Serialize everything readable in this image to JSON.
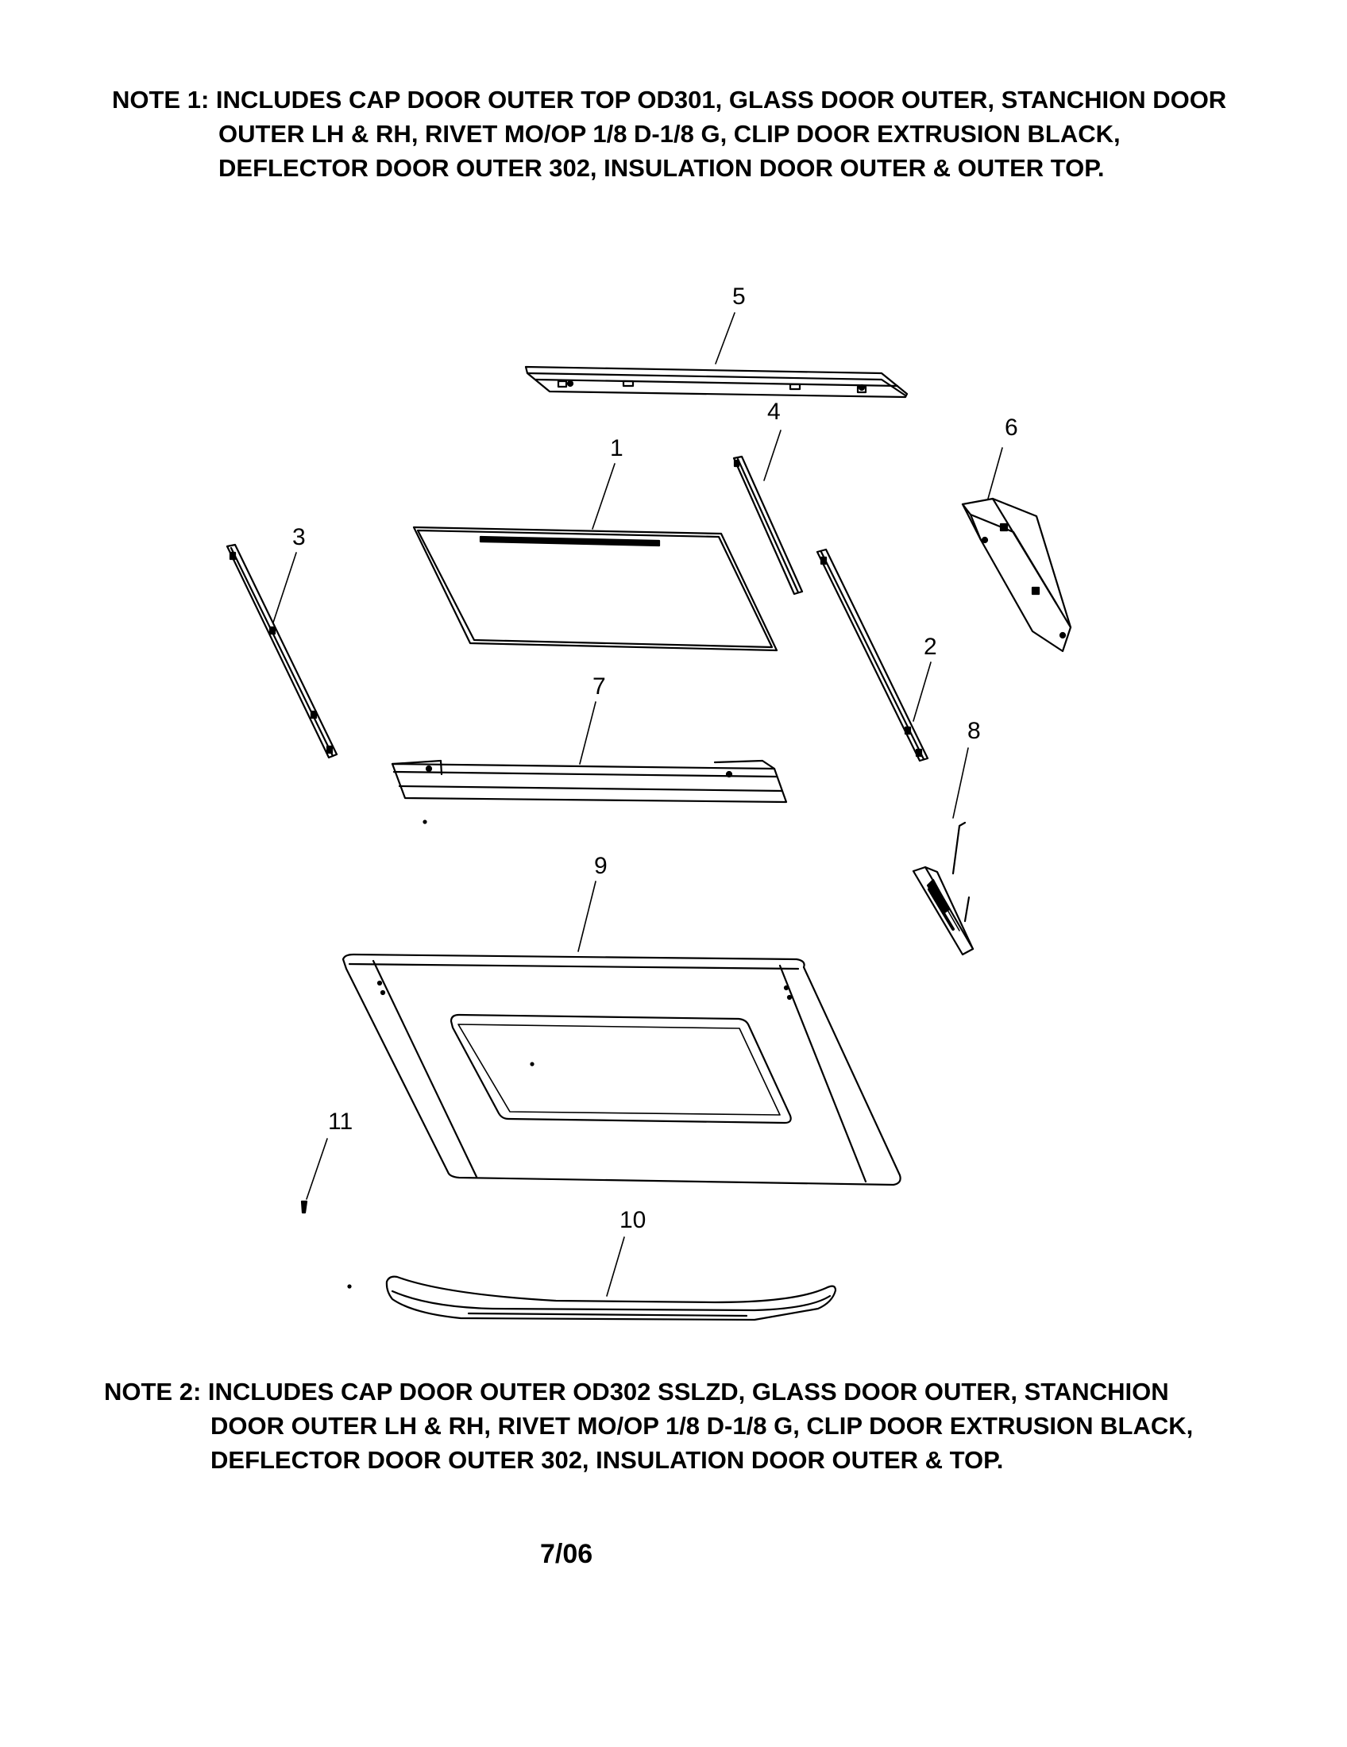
{
  "note1": {
    "lines": [
      "NOTE 1: INCLUDES CAP DOOR OUTER TOP OD301, GLASS DOOR OUTER, STANCHION DOOR",
      "OUTER LH & RH, RIVET MO/OP 1/8 D-1/8 G, CLIP DOOR EXTRUSION BLACK,",
      "DEFLECTOR DOOR OUTER 302, INSULATION DOOR OUTER & OUTER TOP."
    ]
  },
  "note2": {
    "lines": [
      "NOTE 2: INCLUDES CAP DOOR OUTER OD302 SSLZD, GLASS DOOR OUTER, STANCHION",
      "DOOR OUTER LH & RH, RIVET MO/OP 1/8 D-1/8 G, CLIP DOOR EXTRUSION BLACK,",
      "DEFLECTOR DOOR OUTER 302, INSULATION DOOR OUTER & TOP."
    ]
  },
  "callouts": {
    "c1": "1",
    "c2": "2",
    "c3": "3",
    "c4": "4",
    "c5": "5",
    "c6": "6",
    "c7": "7",
    "c8": "8",
    "c9": "9",
    "c10": "10",
    "c11": "11"
  },
  "page_number": "7/06"
}
